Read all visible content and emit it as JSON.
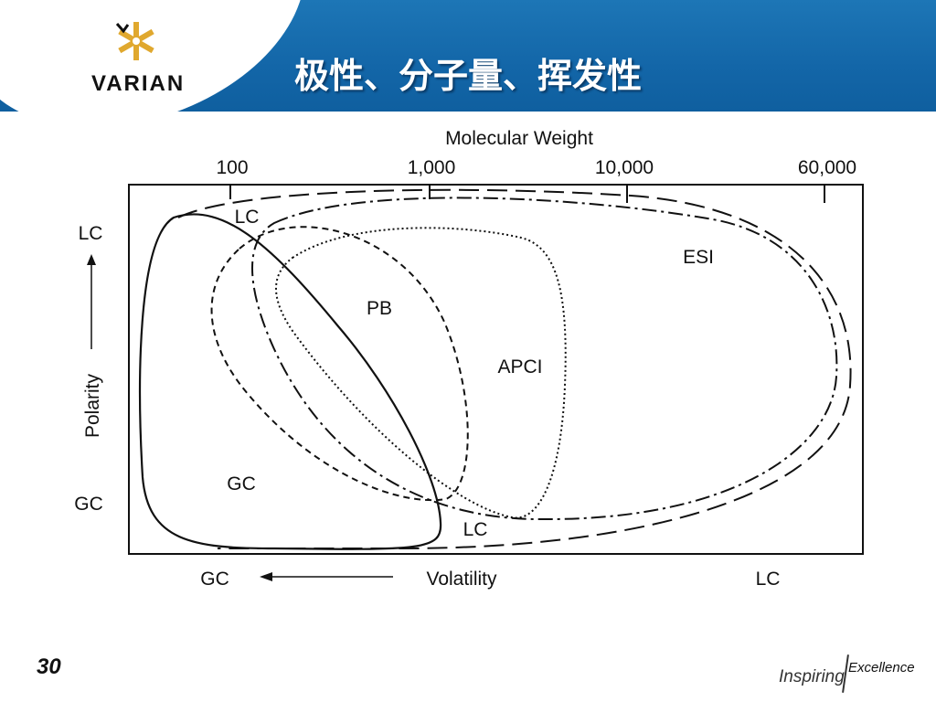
{
  "header": {
    "title": "极性、分子量、挥发性",
    "logo_text": "VARIAN",
    "colors": {
      "band": "#1366a8",
      "logo_gold": "#e0a82e"
    }
  },
  "diagram": {
    "top_axis_label": "Molecular Weight",
    "top_ticks": [
      "100",
      "1,000",
      "10,000",
      "60,000"
    ],
    "left_axis_label": "Polarity",
    "left_top": "LC",
    "left_bottom": "GC",
    "bottom_left": "GC",
    "bottom_mid": "Volatility",
    "bottom_right": "LC",
    "regions": [
      "LC",
      "PB",
      "APCI",
      "ESI",
      "GC",
      "LC"
    ]
  },
  "footer": {
    "page_number": "30",
    "brand_part1": "Inspiring",
    "brand_part2": "Excellence"
  }
}
